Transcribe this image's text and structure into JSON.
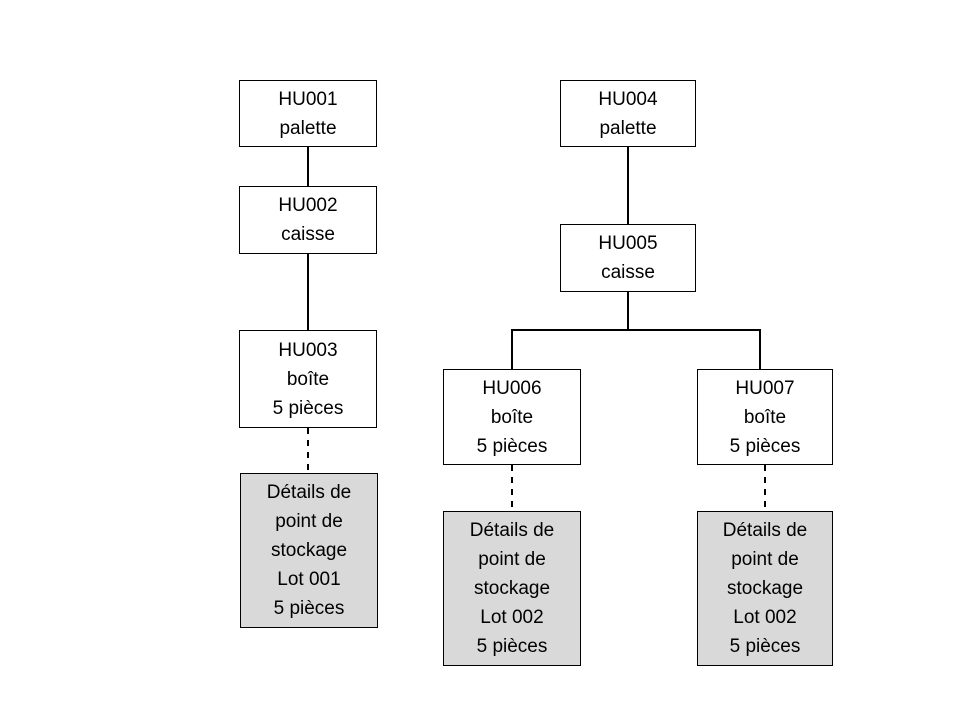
{
  "nodes": {
    "hu001": {
      "lines": [
        "HU001",
        "palette"
      ]
    },
    "hu002": {
      "lines": [
        "HU002",
        "caisse"
      ]
    },
    "hu003": {
      "lines": [
        "HU003",
        "boîte",
        "5 pièces"
      ]
    },
    "detail1": {
      "lines": [
        "Détails de",
        "point de",
        "stockage",
        "Lot 001",
        "5 pièces"
      ]
    },
    "hu004": {
      "lines": [
        "HU004",
        "palette"
      ]
    },
    "hu005": {
      "lines": [
        "HU005",
        "caisse"
      ]
    },
    "hu006": {
      "lines": [
        "HU006",
        "boîte",
        "5 pièces"
      ]
    },
    "hu007": {
      "lines": [
        "HU007",
        "boîte",
        "5 pièces"
      ]
    },
    "detail2": {
      "lines": [
        "Détails de",
        "point de",
        "stockage",
        "Lot 002",
        "5 pièces"
      ]
    },
    "detail3": {
      "lines": [
        "Détails de",
        "point de",
        "stockage",
        "Lot 002",
        "5 pièces"
      ]
    }
  },
  "colors": {
    "box_fill": "#ffffff",
    "detail_fill": "#d9d9d9",
    "stroke": "#000000"
  }
}
